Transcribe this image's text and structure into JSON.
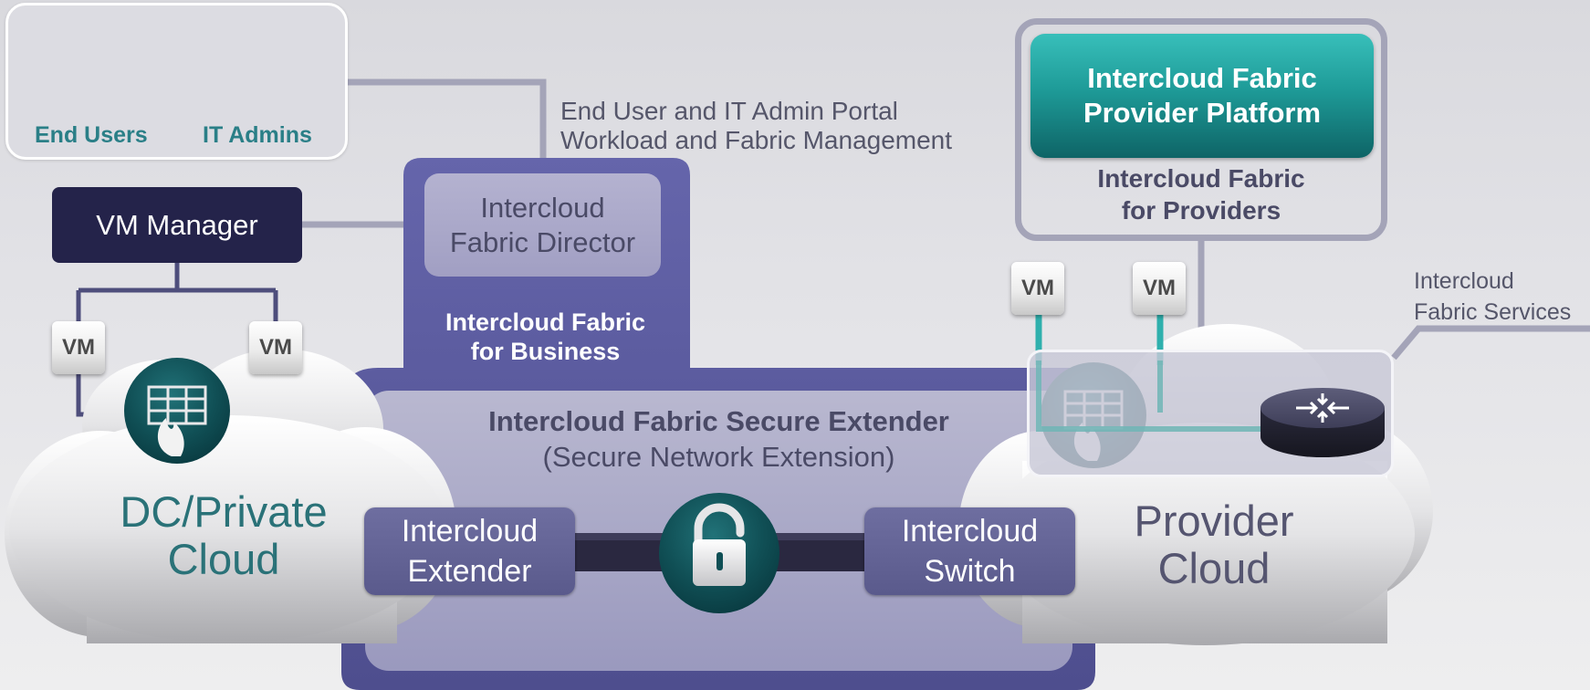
{
  "users": {
    "end_users_label": "End Users",
    "it_admins_label": "IT Admins"
  },
  "portal": {
    "line1": "End User and IT Admin Portal",
    "line2": "Workload and Fabric Management"
  },
  "vm_manager": {
    "label": "VM Manager"
  },
  "director": {
    "line1": "Intercloud",
    "line2": "Fabric Director"
  },
  "business": {
    "line1": "Intercloud Fabric",
    "line2": "for Business"
  },
  "secure_extender": {
    "title": "Intercloud Fabric Secure Extender",
    "subtitle": "(Secure Network Extension)"
  },
  "extender": {
    "line1": "Intercloud",
    "line2": "Extender"
  },
  "switch": {
    "line1": "Intercloud",
    "line2": "Switch"
  },
  "private_cloud": {
    "line1": "DC/Private",
    "line2": "Cloud"
  },
  "provider_cloud": {
    "line1": "Provider",
    "line2": "Cloud"
  },
  "platform": {
    "line1": "Intercloud Fabric",
    "line2": "Provider Platform"
  },
  "providers": {
    "line1": "Intercloud Fabric",
    "line2": "for Providers"
  },
  "services": {
    "line1": "Intercloud",
    "line2": "Fabric Services"
  },
  "vm_label": "VM",
  "colors": {
    "teal_accent": "#2a7f87",
    "navy": "#24234a",
    "purple_frame": "#5f5fa3",
    "platform_teal": "#1e9b98",
    "connector_gray": "#a4a4b8",
    "vm_connector_teal": "#2fb0ad"
  }
}
